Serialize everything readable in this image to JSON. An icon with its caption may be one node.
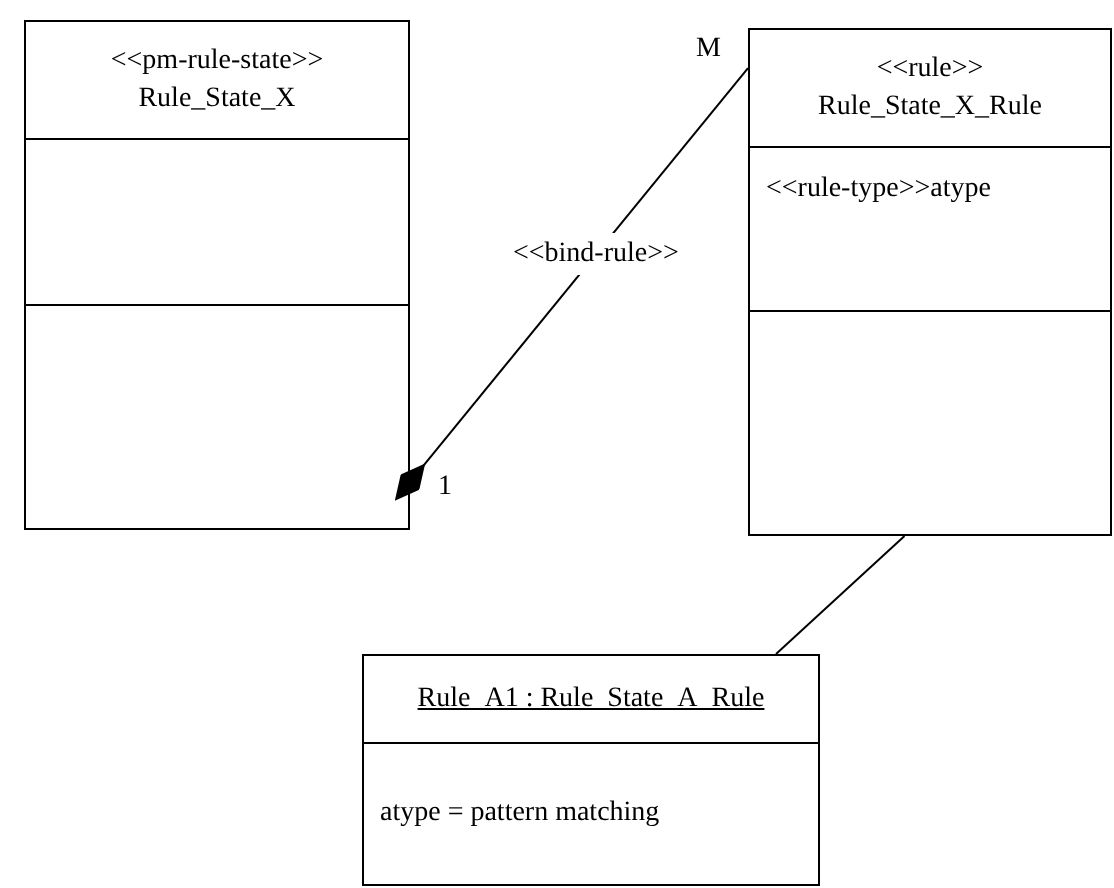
{
  "diagram": {
    "nodes": [
      {
        "text": [
          "<<pm-rule-state>>",
          "Rule_State_X"
        ]
      },
      {
        "text": [
          "<<rule>>",
          "Rule_State_X_Rule",
          "<<rule-type>>atype"
        ]
      },
      {
        "text": [
          "Rule_A1 : Rule_State_A_Rule",
          "atype = pattern matching"
        ]
      }
    ],
    "edges": [
      {
        "from": 0,
        "to": 1,
        "arrow": "other",
        "label": "<<bind-rule>>"
      },
      {
        "from": 1,
        "to": 2,
        "arrow": "none"
      }
    ],
    "labels": [
      "M",
      "1"
    ]
  }
}
